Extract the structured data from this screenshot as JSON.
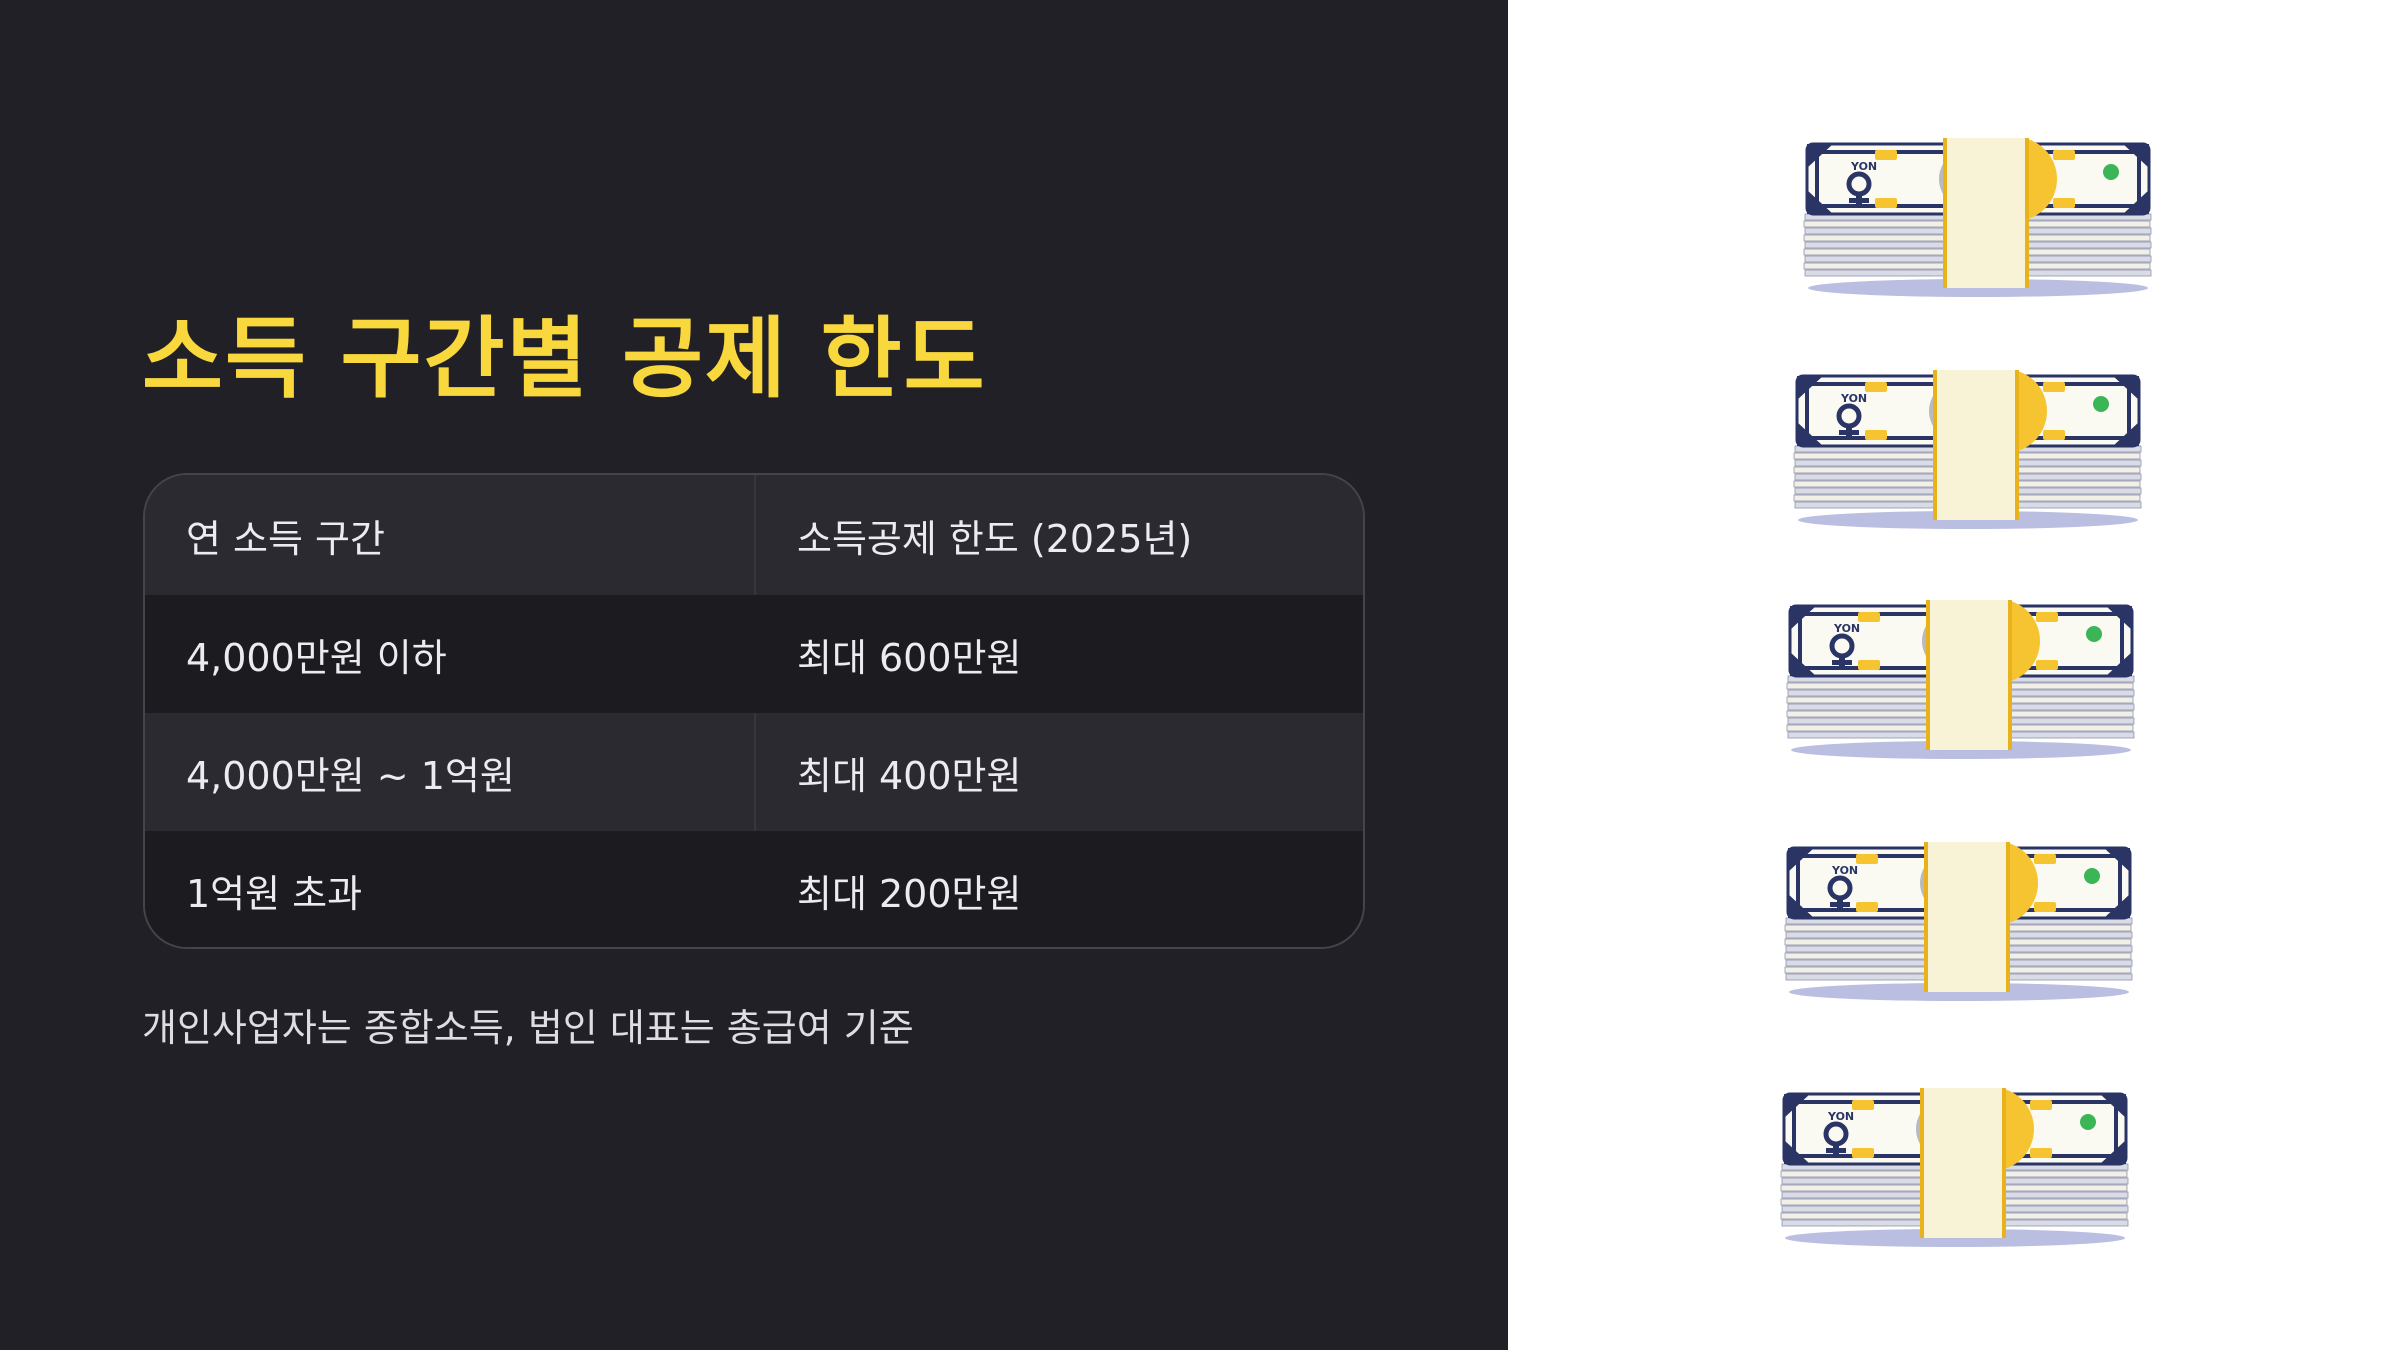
{
  "slide": {
    "title": "소득 구간별 공제 한도",
    "note": "개인사업자는 종합소득, 법인 대표는 총급여 기준"
  },
  "table": {
    "headers": [
      "연 소득 구간",
      "소득공제 한도 (2025년)"
    ],
    "rows": [
      [
        "4,000만원 이하",
        "최대 600만원"
      ],
      [
        "4,000만원 ~ 1억원",
        "최대 400만원"
      ],
      [
        "1억원 초과",
        "최대 200만원"
      ]
    ]
  },
  "illustration": {
    "stack_count": 5,
    "bill_label": "YON",
    "colors": {
      "bill_navy": "#2a3566",
      "bill_yellow": "#f6c430",
      "band_cream": "#f8f3d6",
      "paper_edge": "#f2f0e6",
      "shadow": "#3a45a8"
    }
  },
  "colors": {
    "title": "#f9d83e",
    "background": "#212026",
    "text": "#ecebef"
  }
}
